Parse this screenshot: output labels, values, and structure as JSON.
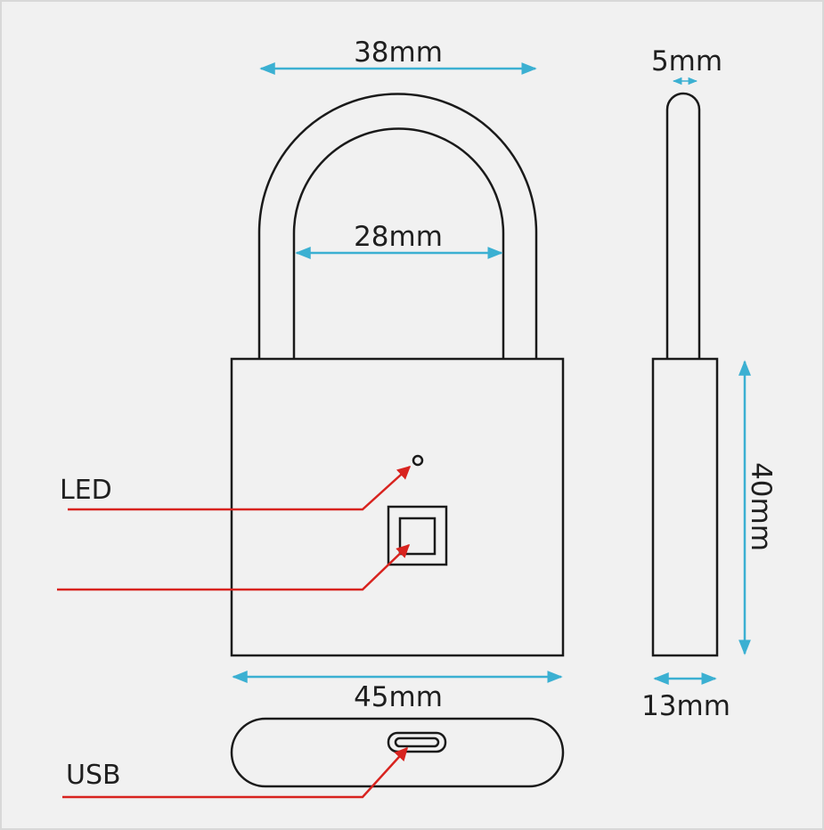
{
  "dimensions": {
    "shackle_outer_width": "38mm",
    "shackle_inner_width": "28mm",
    "body_width": "45mm",
    "shackle_thickness": "5mm",
    "body_height": "40mm",
    "body_depth": "13mm"
  },
  "callouts": {
    "led": "LED",
    "usb": "USB"
  },
  "colors": {
    "dimension_arrow": "#3bb0d2",
    "callout_line": "#d8231f",
    "outline": "#1a1a1a",
    "background": "#f1f1f1"
  }
}
